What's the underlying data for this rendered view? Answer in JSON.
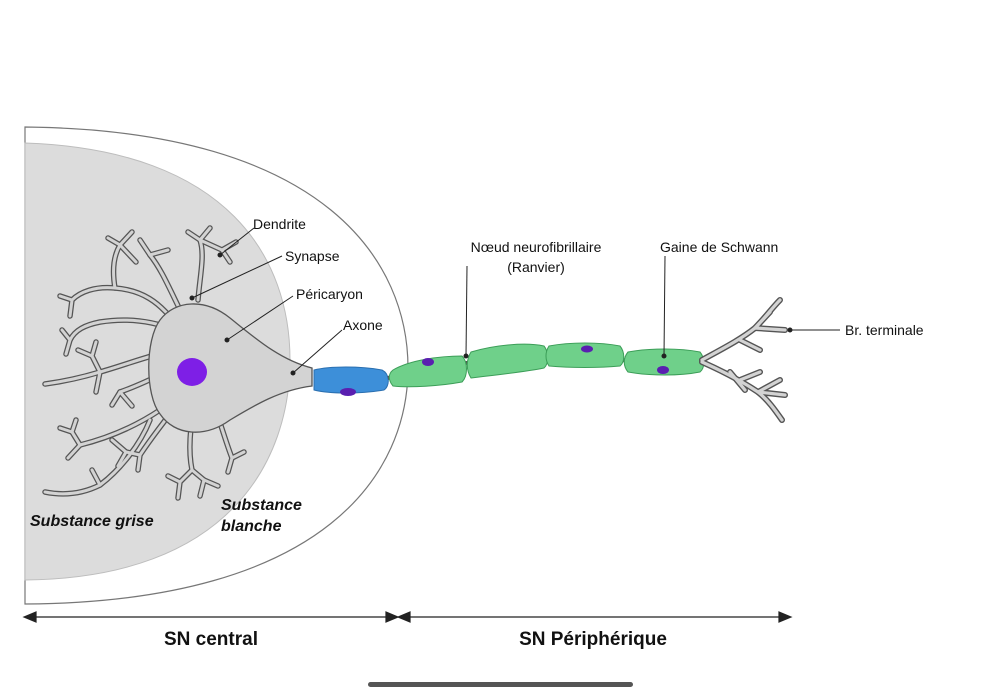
{
  "labels": {
    "dendrite": "Dendrite",
    "synapse": "Synapse",
    "pericaryon": "Péricaryon",
    "axone": "Axone",
    "noeud_line1": "Nœud neurofibrillaire",
    "noeud_line2": "(Ranvier)",
    "gaine": "Gaine de Schwann",
    "br_terminale": "Br. terminale"
  },
  "regions": {
    "substance_grise": "Substance grise",
    "substance_blanche_line1": "Substance",
    "substance_blanche_line2": "blanche"
  },
  "sections": {
    "central": "SN central",
    "peripherique": "SN Périphérique"
  },
  "colors": {
    "grey_matter": "#dcdcdc",
    "white_matter": "#ffffff",
    "cell_body": "#d3d3d3",
    "nucleus": "#7e1fe6",
    "myelin_central": "#3d8fd9",
    "myelin_peripheral": "#6fd08a",
    "schwann_nucleus": "#5a1fb0",
    "outline": "#555555"
  }
}
